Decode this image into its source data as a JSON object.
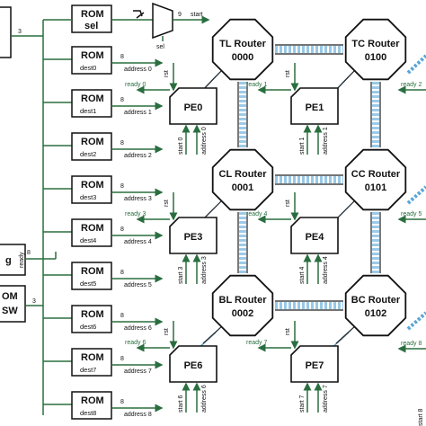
{
  "colors": {
    "wire": "#2a6e3f",
    "box_stroke": "#111111",
    "link_blue": "#5aa6d8",
    "link_dark": "#222222"
  },
  "rom_sel": {
    "title": "ROM",
    "sub": "sel"
  },
  "rom_dest": [
    {
      "title": "ROM",
      "sub": "dest0",
      "bits": "8",
      "signal": "address 0"
    },
    {
      "title": "ROM",
      "sub": "dest1",
      "bits": "8",
      "signal": "address 1"
    },
    {
      "title": "ROM",
      "sub": "dest2",
      "bits": "8",
      "signal": "address 2"
    },
    {
      "title": "ROM",
      "sub": "dest3",
      "bits": "8",
      "signal": "address 3"
    },
    {
      "title": "ROM",
      "sub": "dest4",
      "bits": "8",
      "signal": "address 4"
    },
    {
      "title": "ROM",
      "sub": "dest5",
      "bits": "8",
      "signal": "address 5"
    },
    {
      "title": "ROM",
      "sub": "dest6",
      "bits": "8",
      "signal": "address 6"
    },
    {
      "title": "ROM",
      "sub": "dest7",
      "bits": "8",
      "signal": "address 7"
    },
    {
      "title": "ROM",
      "sub": "dest8",
      "bits": "8",
      "signal": "address 8"
    }
  ],
  "mux": {
    "label": "sel",
    "out_bits": "9",
    "out_signal": "start"
  },
  "bus_bits": "3",
  "left_partial": {
    "top_label": "g",
    "ready_bits": "8",
    "ready_label": "ready",
    "bottom_label": "OM",
    "bottom_sub": "SW",
    "bus_bits": "3"
  },
  "routers": [
    {
      "name": "TL Router",
      "code": "0000"
    },
    {
      "name": "TC Router",
      "code": "0100"
    },
    {
      "name": "CL Router",
      "code": "0001"
    },
    {
      "name": "CC Router",
      "code": "0101"
    },
    {
      "name": "BL Router",
      "code": "0002"
    },
    {
      "name": "BC Router",
      "code": "0102"
    }
  ],
  "pes": [
    {
      "name": "PE0",
      "ready": "ready 0",
      "start": "start 0",
      "address": "address 0",
      "rst": "rst"
    },
    {
      "name": "PE1",
      "ready": "ready 1",
      "start": "start 1",
      "address": "address 1",
      "rst": "rst"
    },
    {
      "name": "PE3",
      "ready": "ready 3",
      "start": "start 3",
      "address": "address 3",
      "rst": "rst"
    },
    {
      "name": "PE4",
      "ready": "ready 4",
      "start": "start 4",
      "address": "address 4",
      "rst": "rst"
    },
    {
      "name": "PE6",
      "ready": "ready 6",
      "start": "start 6",
      "address": "address 6",
      "rst": "rst"
    },
    {
      "name": "PE7",
      "ready": "ready 7",
      "start": "start 7",
      "address": "address 7",
      "rst": "rst"
    }
  ],
  "edge_ready": [
    "ready 2",
    "ready 5",
    "ready 8"
  ],
  "edge_start": [
    "start 8"
  ]
}
